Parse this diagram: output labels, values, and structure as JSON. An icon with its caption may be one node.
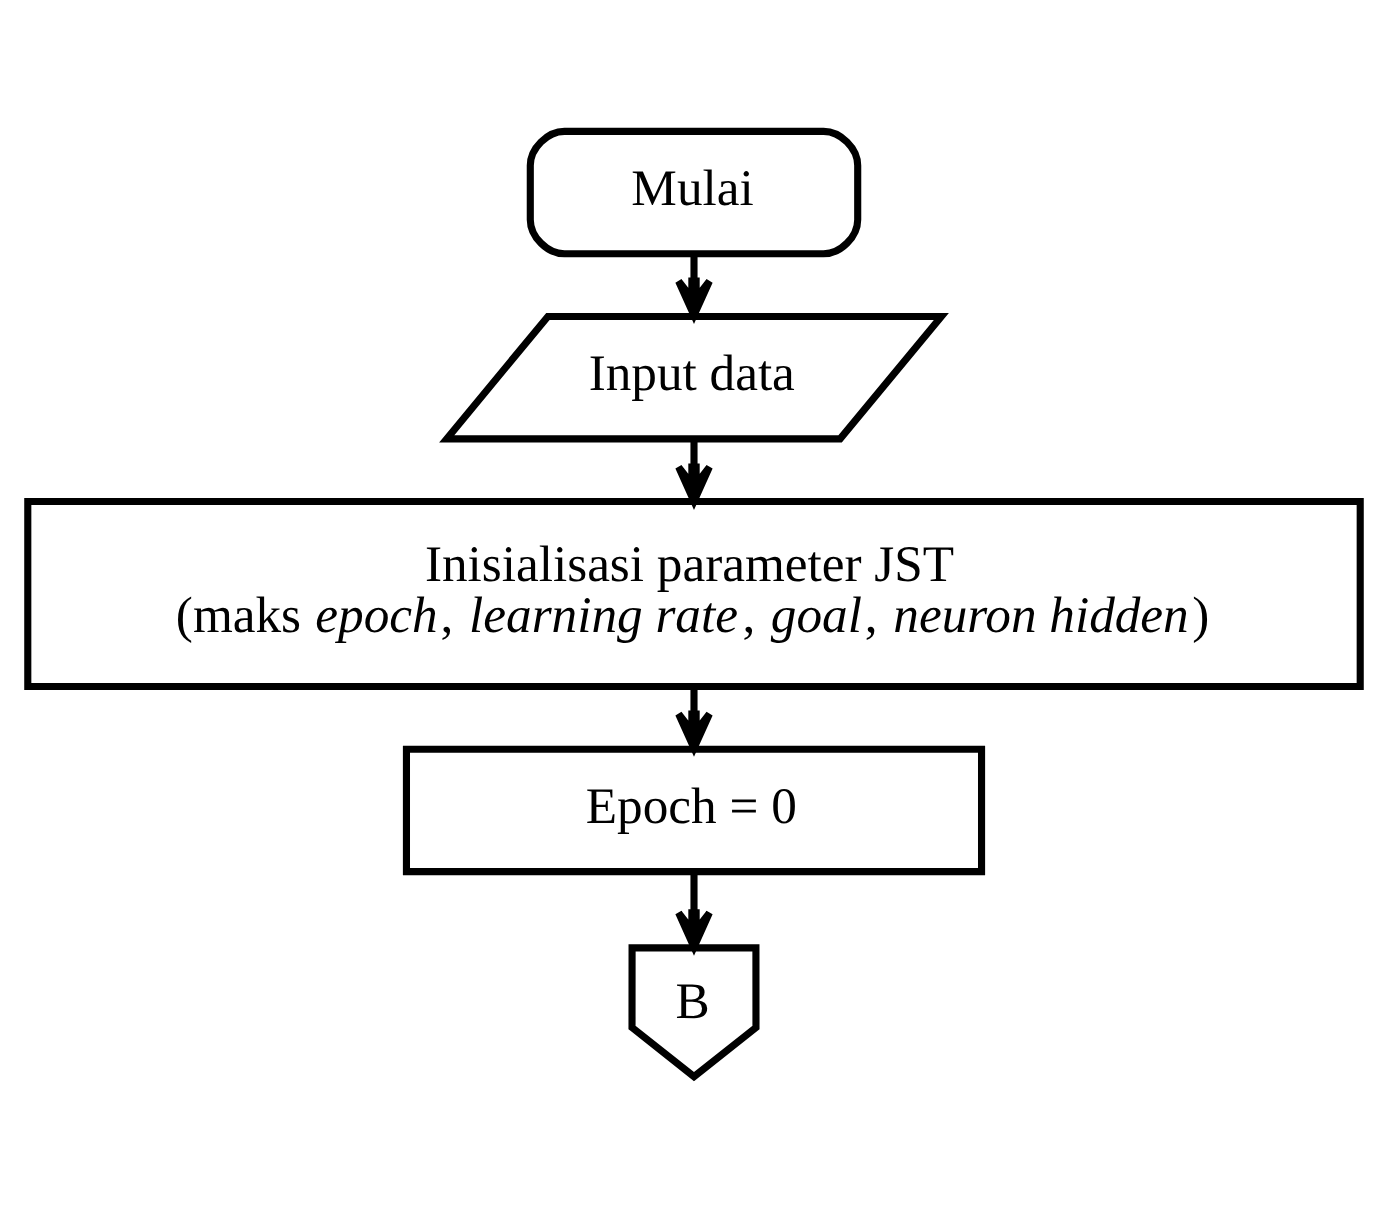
{
  "diagram": {
    "nodes": [
      {
        "text": [
          "Mulai"
        ]
      },
      {
        "text": [
          "Input data"
        ]
      },
      {
        "text": [
          "Inisialisasi parameter JST",
          "(maks *epoch*, *learning rate*, *goal*, *neuron hidden*)"
        ]
      },
      {
        "text": [
          "Epoch = 0"
        ]
      },
      {
        "text": [
          "B"
        ]
      }
    ],
    "edges": [
      {
        "from": 0,
        "to": 1,
        "arrow": "to"
      },
      {
        "from": 1,
        "to": 2,
        "arrow": "to"
      },
      {
        "from": 2,
        "to": 3,
        "arrow": "to"
      },
      {
        "from": 3,
        "to": 4,
        "arrow": "to"
      }
    ]
  }
}
